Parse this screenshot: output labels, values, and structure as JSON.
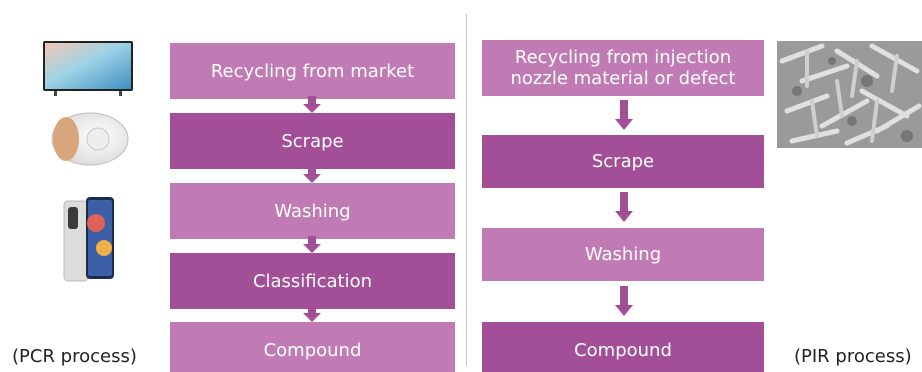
{
  "pcr": {
    "caption": "(PCR process)",
    "steps": [
      "Recycling from market",
      "Scrape",
      "Washing",
      "Classification",
      "Compound"
    ],
    "icons": [
      "tv-icon",
      "speaker-icon",
      "smartphone-icon"
    ]
  },
  "pir": {
    "caption": "(PIR process)",
    "steps": [
      "Recycling from injection nozzle material or defect",
      "Scrape",
      "Washing",
      "Compound"
    ],
    "image": "plastic-runner-scrap-photo"
  },
  "colors": {
    "light": "#c07bb5",
    "dark": "#a34f98",
    "arrow": "#a34f98"
  }
}
